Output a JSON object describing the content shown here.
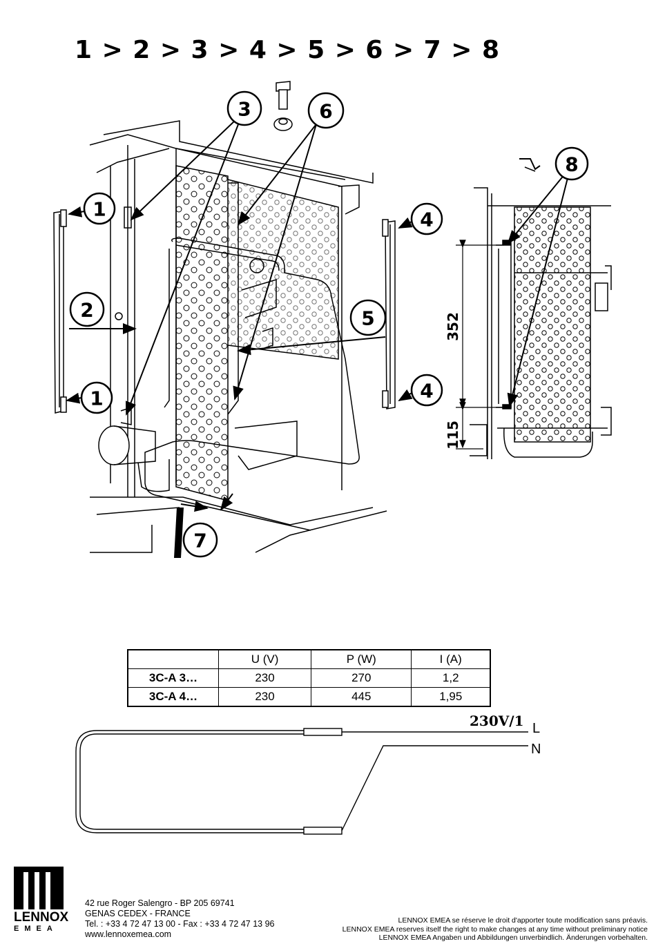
{
  "steps": "1 > 2 > 3 > 4 > 5 > 6 > 7 > 8",
  "callouts": [
    "1",
    "2",
    "3",
    "4",
    "5",
    "6",
    "7",
    "8"
  ],
  "dimensions": {
    "upper": "352",
    "lower": "115"
  },
  "spec_table": {
    "headers": [
      "",
      "U (V)",
      "P (W)",
      "I (A)"
    ],
    "rows": [
      {
        "model": "3C-A 3…",
        "u": "230",
        "p": "270",
        "i": "1,2"
      },
      {
        "model": "3C-A 4…",
        "u": "230",
        "p": "445",
        "i": "1,95"
      }
    ]
  },
  "wiring": {
    "voltage": "230V/1",
    "live": "L",
    "neutral": "N"
  },
  "company": {
    "logo_name": "LENNOX",
    "logo_sub": "EMEA",
    "address_line1": "42 rue Roger Salengro - BP 205  69741",
    "address_line2": "GENAS  CEDEX  - FRANCE",
    "phone": "Tel. : +33 4 72 47 13 00 - Fax : +33 4 72 47 13 96",
    "website": "www.lennoxemea.com"
  },
  "disclaimer": {
    "fr": "LENNOX  EMEA  se réserve le droit d'apporter toute modification sans   préavis.",
    "en": "LENNOX EMEA reserves itself the right to make changes at any time without preliminary notice",
    "de": "LENNOX  EMEA  Angaben  und  Abbildungen  unverbindlich.  Änderungen  vorbehalten."
  }
}
